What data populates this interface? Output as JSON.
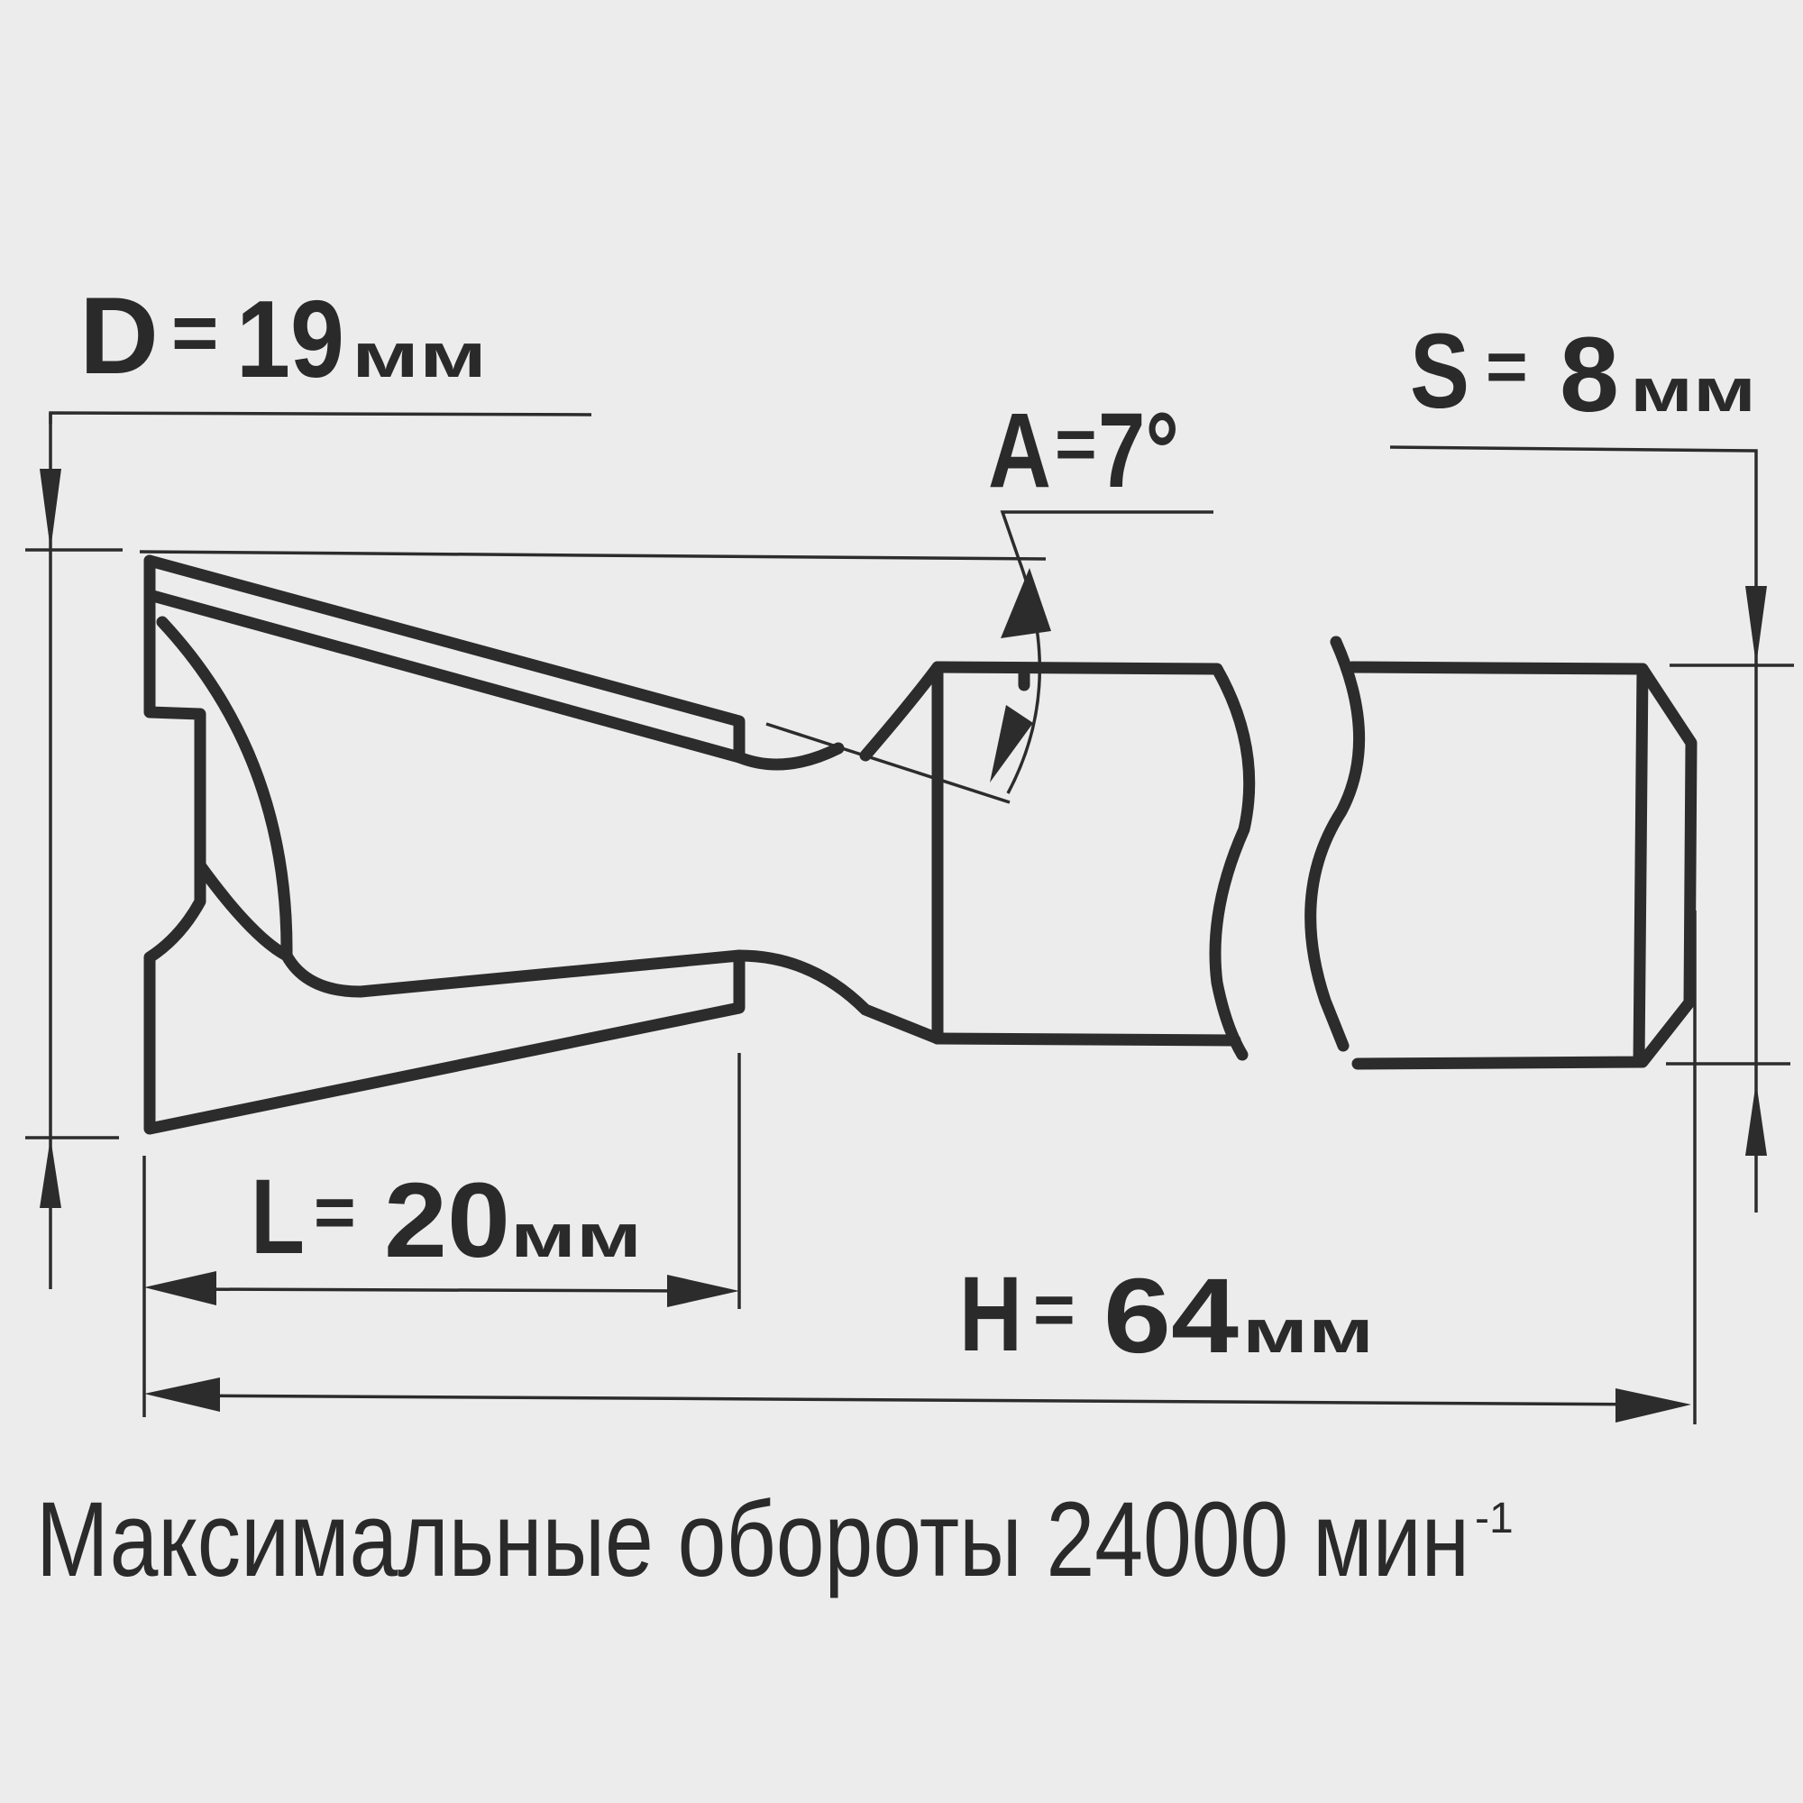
{
  "diagram": {
    "subject": "dovetail router bit",
    "dimensions": {
      "D": {
        "symbol": "D",
        "eq": "=",
        "value": "19",
        "unit": "мм",
        "meaning": "cutting diameter"
      },
      "A": {
        "symbol": "A",
        "eq": "=",
        "value": "7°",
        "meaning": "dovetail angle"
      },
      "S": {
        "symbol": "S",
        "eq": "=",
        "value": "8",
        "unit": "мм",
        "meaning": "shank diameter"
      },
      "L": {
        "symbol": "L",
        "eq": "=",
        "value": "20",
        "unit": "мм",
        "meaning": "cutting length"
      },
      "H": {
        "symbol": "H",
        "eq": "=",
        "value": "64",
        "unit": "мм",
        "meaning": "overall length"
      }
    },
    "caption": {
      "text": "Максимальные обороты 24000 мин",
      "superscript": "-1"
    },
    "colors": {
      "background": "#ececec",
      "ink": "#2c2c2c"
    }
  }
}
